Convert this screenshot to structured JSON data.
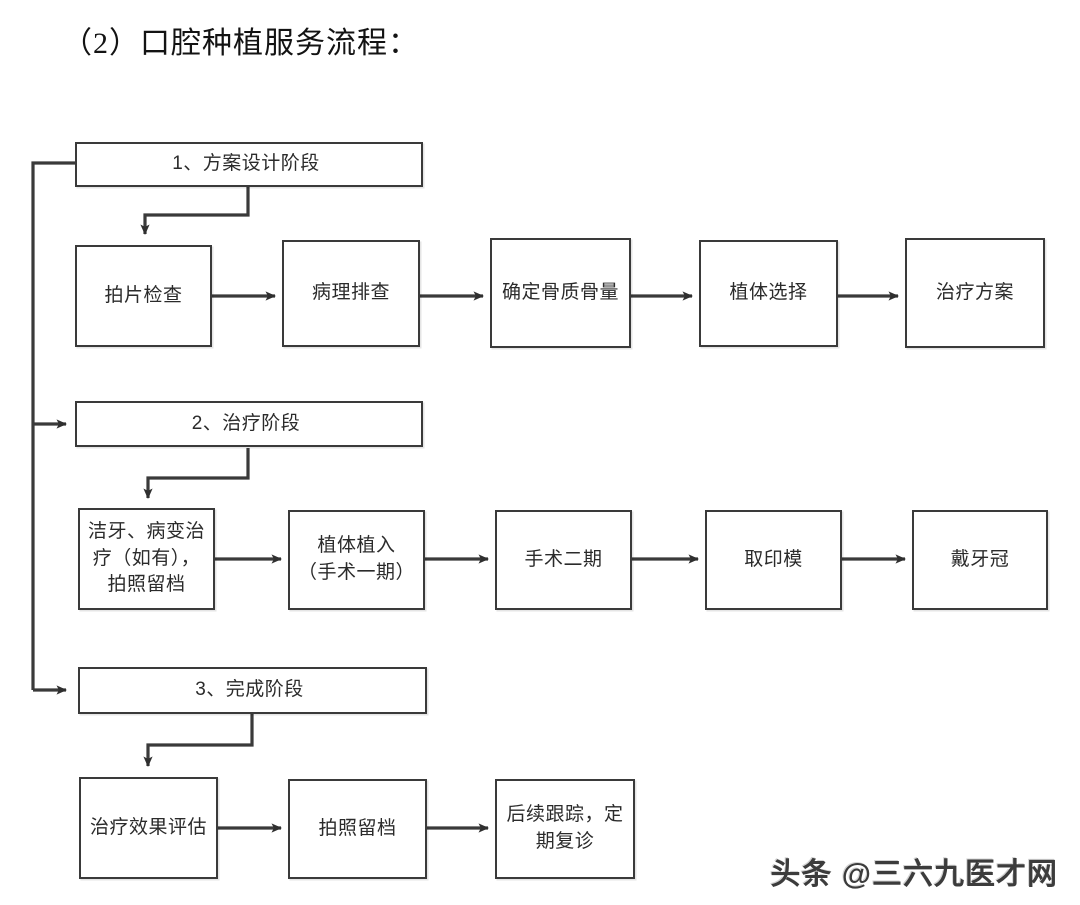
{
  "page": {
    "title": "（2）口腔种植服务流程：",
    "watermark": "头条 @三六九医才网"
  },
  "colors": {
    "stroke": "#3a3a3a",
    "text": "#2b2b2b",
    "background": "#ffffff"
  },
  "flow": {
    "stages": [
      {
        "id": "stage1",
        "label": "1、方案设计阶段"
      },
      {
        "id": "stage2",
        "label": "2、治疗阶段"
      },
      {
        "id": "stage3",
        "label": "3、完成阶段"
      }
    ],
    "rows": [
      {
        "stage": "1、方案设计阶段",
        "steps": [
          "拍片检查",
          "病理排查",
          "确定骨质骨量",
          "植体选择",
          "治疗方案"
        ]
      },
      {
        "stage": "2、治疗阶段",
        "steps": [
          "洁牙、病变治\n疗（如有），\n拍照留档",
          "植体植入\n（手术一期）",
          "手术二期",
          "取印模",
          "戴牙冠"
        ]
      },
      {
        "stage": "3、完成阶段",
        "steps": [
          "治疗效果评估",
          "拍照留档",
          "后续跟踪，定\n期复诊"
        ]
      }
    ]
  },
  "chart_data": {
    "type": "diagram",
    "title": "（2）口腔种植服务流程：",
    "nodes": [
      "1、方案设计阶段",
      "拍片检查",
      "病理排查",
      "确定骨质骨量",
      "植体选择",
      "治疗方案",
      "2、治疗阶段",
      "洁牙、病变治疗（如有），拍照留档",
      "植体植入（手术一期）",
      "手术二期",
      "取印模",
      "戴牙冠",
      "3、完成阶段",
      "治疗效果评估",
      "拍照留档",
      "后续跟踪，定期复诊"
    ],
    "edges": [
      [
        "1、方案设计阶段",
        "拍片检查"
      ],
      [
        "拍片检查",
        "病理排查"
      ],
      [
        "病理排查",
        "确定骨质骨量"
      ],
      [
        "确定骨质骨量",
        "植体选择"
      ],
      [
        "植体选择",
        "治疗方案"
      ],
      [
        "1、方案设计阶段",
        "2、治疗阶段"
      ],
      [
        "2、治疗阶段",
        "洁牙、病变治疗（如有），拍照留档"
      ],
      [
        "洁牙、病变治疗（如有），拍照留档",
        "植体植入（手术一期）"
      ],
      [
        "植体植入（手术一期）",
        "手术二期"
      ],
      [
        "手术二期",
        "取印模"
      ],
      [
        "取印模",
        "戴牙冠"
      ],
      [
        "2、治疗阶段",
        "3、完成阶段"
      ],
      [
        "3、完成阶段",
        "治疗效果评估"
      ],
      [
        "治疗效果评估",
        "拍照留档"
      ],
      [
        "拍照留档",
        "后续跟踪，定期复诊"
      ]
    ]
  }
}
